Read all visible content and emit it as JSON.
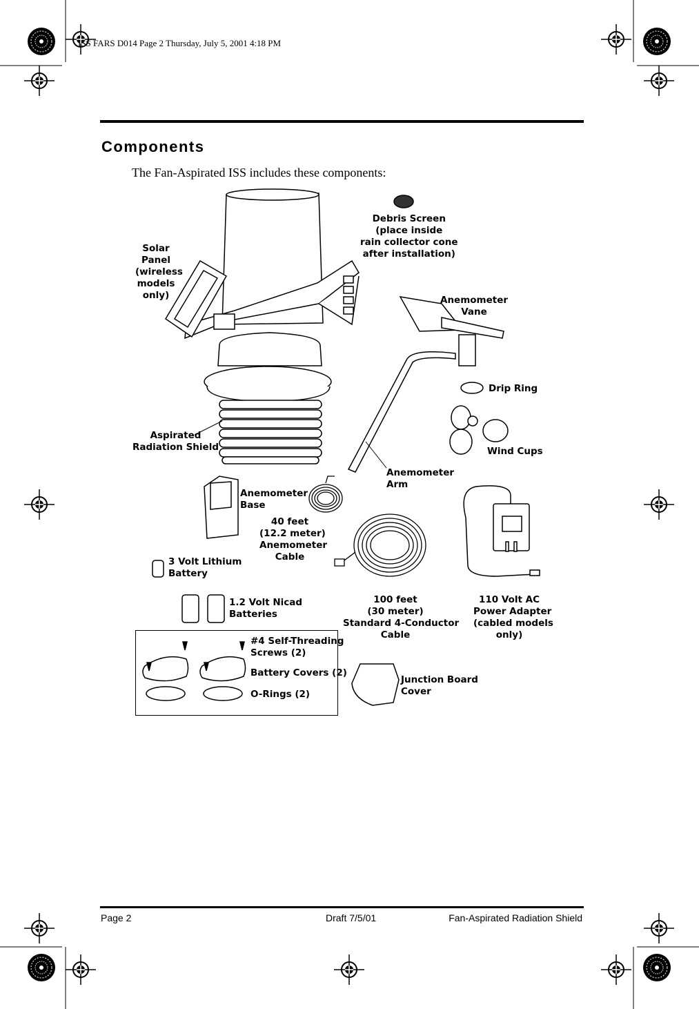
{
  "slug_line": "ISS FARS D014  Page 2  Thursday, July 5, 2001  4:18 PM",
  "heading": "Components",
  "intro": "The Fan-Aspirated ISS includes these components:",
  "labels": {
    "debris_screen": [
      "Debris Screen",
      "(place inside",
      "rain collector cone",
      "after installation)"
    ],
    "solar_panel": [
      "Solar",
      "Panel",
      "(wireless",
      "models",
      "only)"
    ],
    "anemometer_vane": [
      "Anemometer",
      "Vane"
    ],
    "drip_ring": "Drip Ring",
    "wind_cups": "Wind Cups",
    "aspirated_shield": [
      "Aspirated",
      "Radiation Shield"
    ],
    "anemometer_arm": [
      "Anemometer",
      "Arm"
    ],
    "anemometer_base": [
      "Anemometer",
      "Base"
    ],
    "anemometer_cable": [
      "40 feet",
      "(12.2 meter)",
      "Anemometer",
      "Cable"
    ],
    "lithium_battery": [
      "3 Volt Lithium",
      "Battery"
    ],
    "nicad_batteries": [
      "1.2 Volt Nicad",
      "Batteries"
    ],
    "standard_cable": [
      "100 feet",
      "(30 meter)",
      "Standard 4-Conductor",
      "Cable"
    ],
    "power_adapter": [
      "110 Volt AC",
      "Power Adapter",
      "(cabled models",
      "only)"
    ],
    "screws": [
      "#4 Self-Threading",
      "Screws (2)"
    ],
    "battery_covers": "Battery Covers (2)",
    "o_rings": "O-Rings (2)",
    "junction_cover": [
      "Junction Board",
      "Cover"
    ]
  },
  "footer": {
    "left": "Page 2",
    "center": "Draft 7/5/01",
    "right": "Fan-Aspirated Radiation Shield"
  }
}
